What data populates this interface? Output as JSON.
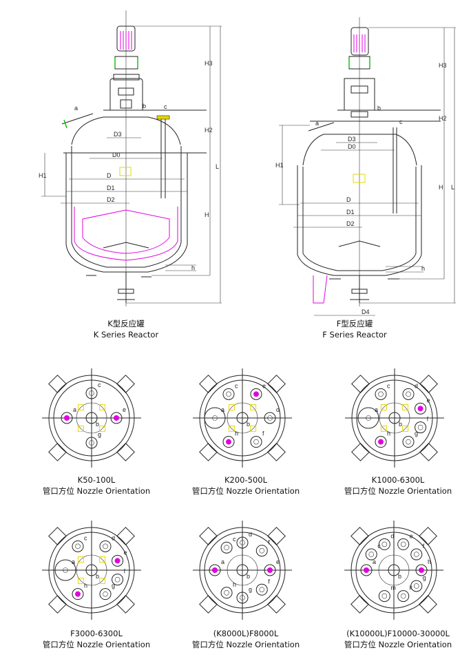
{
  "reactors": [
    {
      "title_cn": "K型反应罐",
      "title_en": "K Series Reactor",
      "labels": {
        "H3": "H3",
        "H2": "H2",
        "H": "H",
        "L": "L",
        "H1": "H1",
        "D": "D",
        "D1": "D1",
        "D2": "D2",
        "D0": "D0",
        "D3": "D3",
        "a": "a",
        "b": "b",
        "c": "c",
        "h": "h"
      }
    },
    {
      "title_cn": "F型反应罐",
      "title_en": "F Series Reactor",
      "labels": {
        "H3": "H3",
        "H2": "H2",
        "H": "H",
        "L": "L",
        "H1": "H1",
        "D": "D",
        "D1": "D1",
        "D2": "D2",
        "D0": "D0",
        "D3": "D3",
        "D4": "D4",
        "a": "a",
        "b": "b",
        "c": "c",
        "h": "h"
      }
    }
  ],
  "orientation_caption": "管口方位 Nozzle Orientation",
  "diagrams": [
    {
      "model": "K50-100L",
      "nozzles": [
        "a",
        "b",
        "c",
        "e",
        "g"
      ]
    },
    {
      "model": "K200-500L",
      "nozzles": [
        "a",
        "b",
        "c",
        "e",
        "d",
        "h",
        "f"
      ]
    },
    {
      "model": "K1000-6300L",
      "nozzles": [
        "a",
        "b",
        "c",
        "d",
        "e",
        "f",
        "g",
        "h"
      ]
    },
    {
      "model": "F3000-6300L",
      "nozzles": [
        "a",
        "b",
        "c",
        "d",
        "e",
        "f",
        "g",
        "h"
      ]
    },
    {
      "model": "(K8000L)F8000L",
      "nozzles": [
        "a",
        "b",
        "c",
        "d",
        "f",
        "e",
        "f",
        "g",
        "h"
      ]
    },
    {
      "model": "(K10000L)F10000-30000L",
      "nozzles": [
        "a",
        "b",
        "c",
        "d",
        "e",
        "f",
        "h",
        "g",
        "k",
        "m"
      ]
    }
  ],
  "colors": {
    "line": "#222222",
    "highlight": "#e000e0",
    "flange": "#00c000",
    "marker": "#e6d800"
  }
}
